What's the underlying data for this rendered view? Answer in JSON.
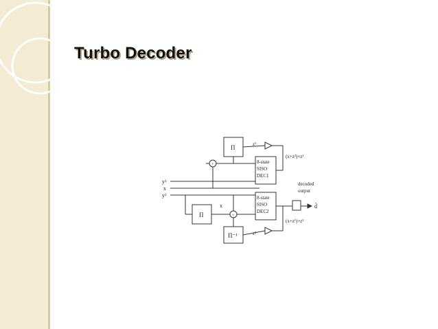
{
  "slide": {
    "title": "Turbo Decoder"
  },
  "diagram": {
    "inputs": [
      "y¹",
      "x",
      "y²"
    ],
    "interleaver_top": "Π",
    "interleaver_bottom": "Π",
    "deinterleaver": "Π⁻¹",
    "decoder1": [
      "8-state",
      "SISO",
      "DEC1"
    ],
    "decoder2": [
      "8-state",
      "SISO",
      "DEC2"
    ],
    "z1_label": "z¹",
    "z2_label": "z²",
    "x_label": "x",
    "feedback1": "(x+z²)+z¹",
    "feedback2": "(x+z¹)+z²",
    "output_label": [
      "decoded",
      "output"
    ],
    "output_symbol": "d̂",
    "adder_symbol": "+"
  },
  "colors": {
    "sidebar": "#f3ebd3",
    "accent_line": "#d8c9a1",
    "title_shadow": "#b9a98a"
  }
}
